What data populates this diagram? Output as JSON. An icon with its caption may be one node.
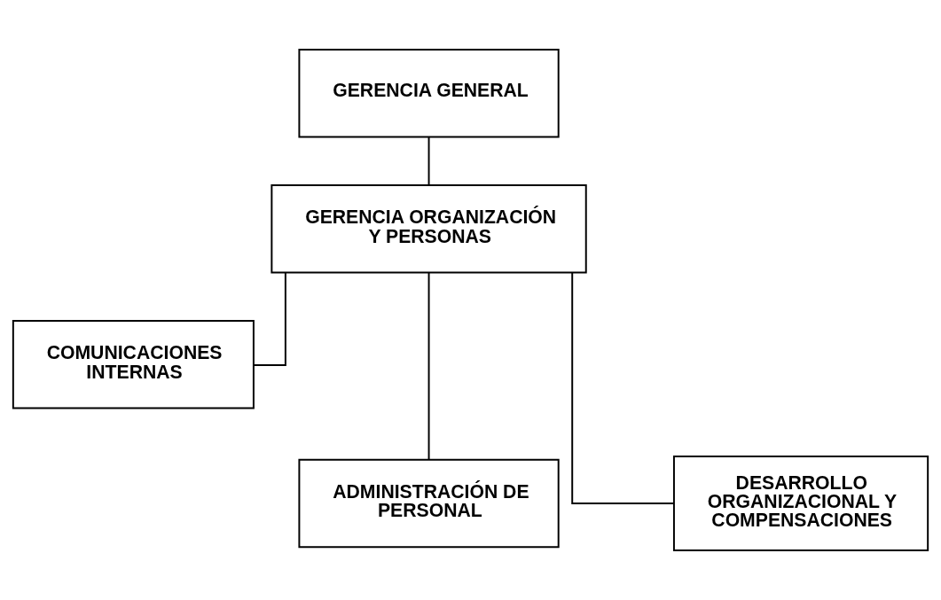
{
  "diagram": {
    "nodes": [
      {
        "text": [
          "GERENCIA GENERAL"
        ]
      },
      {
        "text": [
          "GERENCIA ORGANIZACIÓN Y PERSONAS"
        ]
      },
      {
        "text": [
          "COMUNICACIONES INTERNAS"
        ]
      },
      {
        "text": [
          "ADMINISTRACIÓN DE PERSONAL"
        ]
      },
      {
        "text": [
          "DESARROLLO ORGANIZACIONAL Y COMPENSACIONES"
        ]
      }
    ],
    "edges": [
      {
        "from": 0,
        "to": 1,
        "arrow": "none"
      },
      {
        "from": 1,
        "to": 2,
        "arrow": "none"
      },
      {
        "from": 1,
        "to": 3,
        "arrow": "none"
      },
      {
        "from": 1,
        "to": 4,
        "arrow": "none"
      }
    ]
  }
}
